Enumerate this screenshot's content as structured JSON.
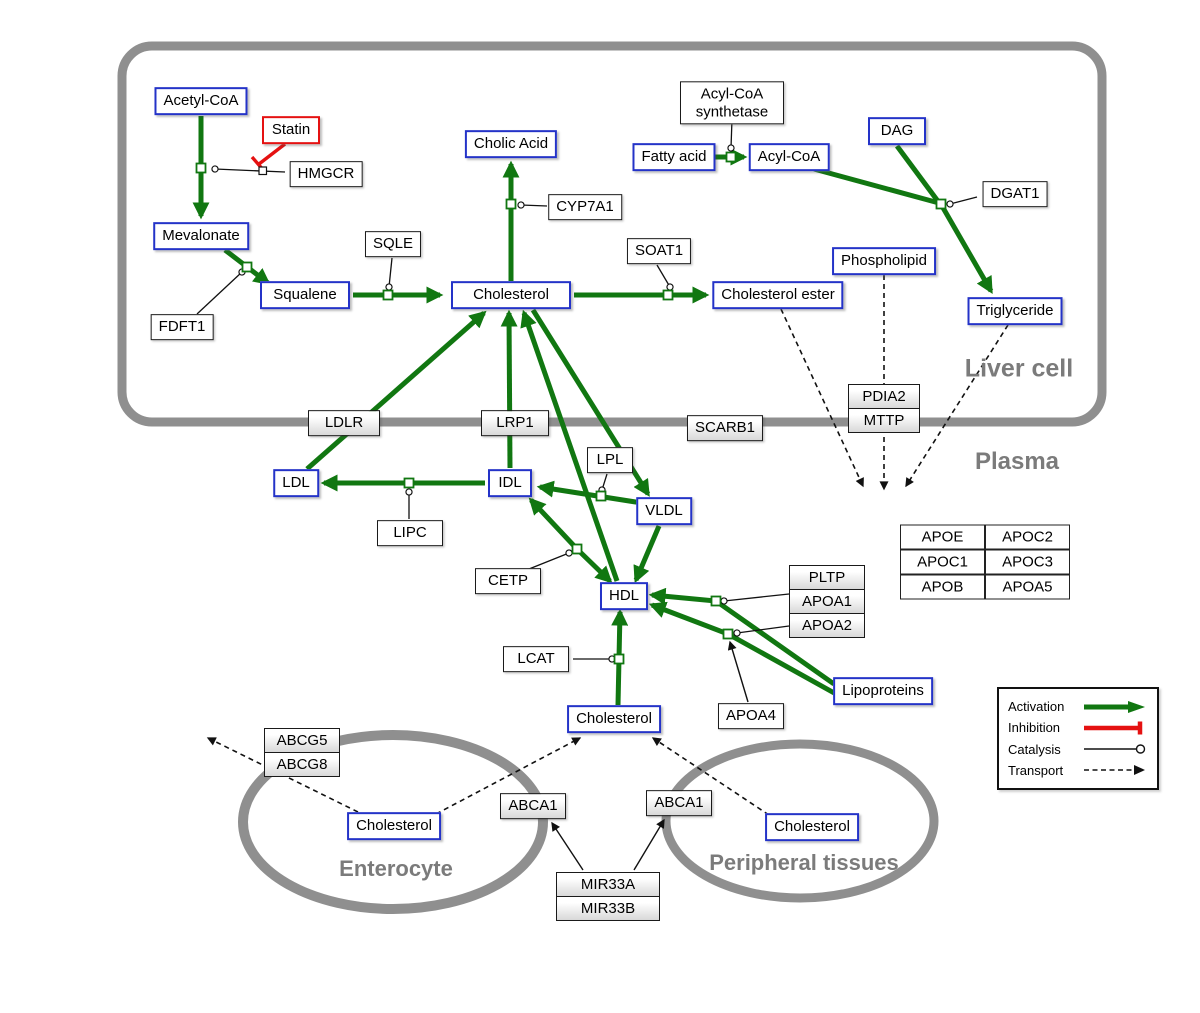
{
  "regions": {
    "liver": "Liver cell",
    "plasma": "Plasma",
    "enterocyte": "Enterocyte",
    "peripheral": "Peripheral tissues"
  },
  "metabolites": {
    "acetyl_coa": "Acetyl-CoA",
    "mevalonate": "Mevalonate",
    "squalene": "Squalene",
    "cholic_acid": "Cholic Acid",
    "cholesterol": "Cholesterol",
    "cholesterol_ester": "Cholesterol ester",
    "fatty_acid": "Fatty acid",
    "acyl_coa": "Acyl-CoA",
    "dag": "DAG",
    "phospholipid": "Phospholipid",
    "triglyceride": "Triglyceride",
    "ldl": "LDL",
    "idl": "IDL",
    "vldl": "VLDL",
    "hdl": "HDL",
    "lipoproteins": "Lipoproteins"
  },
  "enzymes": {
    "hmgcr": "HMGCR",
    "fdft1": "FDFT1",
    "sqle": "SQLE",
    "cyp7a1": "CYP7A1",
    "soat1": "SOAT1",
    "acyl_coa_synthetase": "Acyl-CoA synthetase",
    "dgat1": "DGAT1",
    "lipc": "LIPC",
    "lpl": "LPL",
    "cetp": "CETP",
    "lcat": "LCAT",
    "apoa4": "APOA4"
  },
  "transporters": {
    "ldlr": "LDLR",
    "lrp1": "LRP1",
    "scarb1": "SCARB1",
    "abca1": "ABCA1",
    "pdia2": "PDIA2",
    "mttp": "MTTP",
    "abcg5": "ABCG5",
    "abcg8": "ABCG8",
    "pltp": "PLTP",
    "apoa1": "APOA1",
    "apoa2": "APOA2"
  },
  "regulators": {
    "mir33a": "MIR33A",
    "mir33b": "MIR33B"
  },
  "drugs": {
    "statin": "Statin"
  },
  "apo_table": [
    [
      "APOE",
      "APOC2"
    ],
    [
      "APOC1",
      "APOC3"
    ],
    [
      "APOB",
      "APOA5"
    ]
  ],
  "legend": {
    "activation": "Activation",
    "inhibition": "Inhibition",
    "catalysis": "Catalysis",
    "transport": "Transport"
  },
  "colors": {
    "activation": "#117711",
    "inhibition": "#e51111",
    "metabolite_border": "#2433c8",
    "membrane": "#8f8f8f"
  }
}
